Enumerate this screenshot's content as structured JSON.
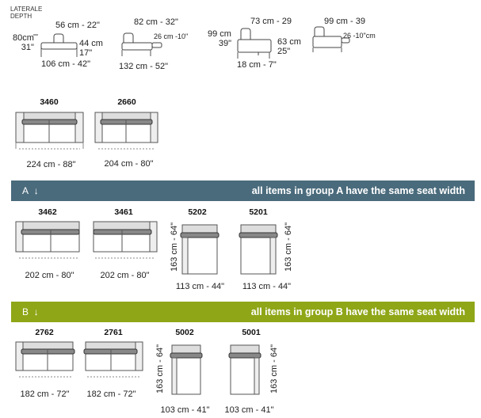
{
  "header": {
    "depth_label": "LATERALE\nDEPTH"
  },
  "profiles": [
    {
      "height_label": "80cm\n31\"",
      "width_label": "56 cm - 22\"",
      "seat_h_label": "44 cm\n17\"",
      "depth_label": "106 cm - 42\""
    },
    {
      "width_label": "82 cm - 32\"",
      "seat_h_label": "26 cm -10\"",
      "depth_label": "132 cm - 52\""
    },
    {
      "height_label": "99 cm\n39\"",
      "width_label": "73 cm - 29",
      "seat_h_label": "63 cm\n25\"",
      "depth_label": "18 cm - 7\""
    },
    {
      "width_label": "99 cm - 39",
      "seat_h_label": "26 -10\"cm"
    }
  ],
  "top_items": [
    {
      "code": "3460",
      "dim": "224 cm - 88\""
    },
    {
      "code": "2660",
      "dim": "204 cm - 80\""
    }
  ],
  "group_a": {
    "label": "A",
    "arrow": "↓",
    "message": "all items in group A have the same seat width",
    "color": "#4a6b7c",
    "items": [
      {
        "code": "3462",
        "dim": "202 cm - 80\""
      },
      {
        "code": "3461",
        "dim": "202 cm - 80\""
      },
      {
        "code": "5202",
        "dim": "113 cm - 44\"",
        "vdim": "163 cm - 64\""
      },
      {
        "code": "5201",
        "dim": "113 cm - 44\"",
        "vdim": "163 cm - 64\""
      }
    ]
  },
  "group_b": {
    "label": "B",
    "arrow": "↓",
    "message": "all items in group B have the same seat width",
    "color": "#8fa617",
    "items": [
      {
        "code": "2762",
        "dim": "182 cm - 72\""
      },
      {
        "code": "2761",
        "dim": "182 cm - 72\""
      },
      {
        "code": "5002",
        "dim": "103 cm - 41\"",
        "vdim": "163 cm - 64\""
      },
      {
        "code": "5001",
        "dim": "103 cm - 41\"",
        "vdim": "163 cm - 64\""
      }
    ]
  }
}
